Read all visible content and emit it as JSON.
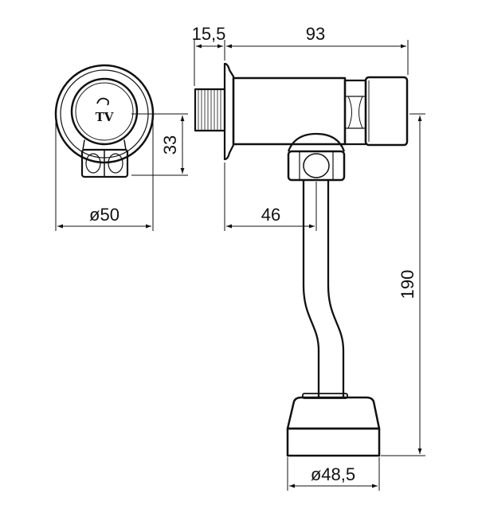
{
  "logo_text": "TV",
  "dimensions": {
    "diameter_front": "ø50",
    "height_33": "33",
    "length_15_5": "15,5",
    "length_93": "93",
    "length_46": "46",
    "height_190": "190",
    "diameter_base": "ø48,5"
  },
  "colors": {
    "line": "#111111",
    "paper": "#ffffff"
  }
}
